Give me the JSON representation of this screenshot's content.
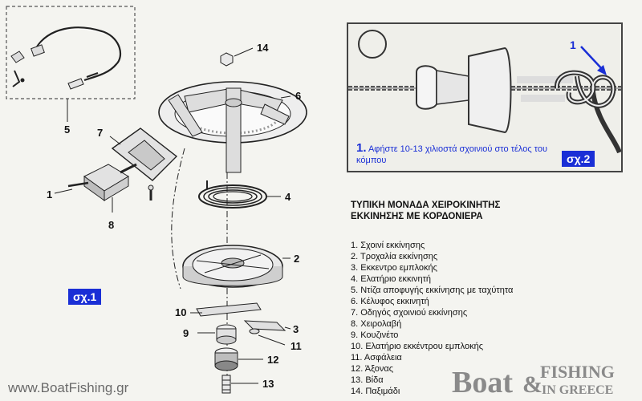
{
  "callouts": {
    "c1": "1",
    "c2": "2",
    "c3": "3",
    "c4": "4",
    "c5": "5",
    "c6": "6",
    "c7": "7",
    "c8": "8",
    "c9": "9",
    "c10": "10",
    "c11": "11",
    "c12": "12",
    "c13": "13",
    "c14": "14"
  },
  "figure_labels": {
    "fig1": "σχ.1",
    "fig2": "σχ.2"
  },
  "inset": {
    "arrow_number": "1",
    "note_number": "1.",
    "note_text": "Αφήστε 10-13 χιλιοστά σχοινιού στο τέλος του κόμπου"
  },
  "legend": {
    "title_line1": "ΤΥΠΙΚΗ ΜΟΝΑΔΑ ΧΕΙΡΟΚΙΝΗΤΗΣ",
    "title_line2": "ΕΚΚΙΝΗΣΗΣ ΜΕ ΚΟΡΔΟΝΙΕΡΑ",
    "items": [
      "1. Σχοινί εκκίνησης",
      "2. Τροχαλία εκκίνησης",
      "3. Εκκεντρο εμπλοκής",
      "4. Ελατήριο εκκινητή",
      "5. Ντίζα αποφυγής εκκίνησης με ταχύτητα",
      "6. Κέλυφος εκκινητή",
      "7. Οδηγός σχοινιού εκκίνησης",
      "8. Χειρολαβή",
      "9. Κουζινέτο",
      "10. Ελατήριο εκκέντρου εμπλοκής",
      "11. Ασφάλεια",
      "12. Άξονας",
      "13. Βίδα",
      "14. Παξιμάδι"
    ]
  },
  "watermark": "www.BoatFishing.gr",
  "logo": {
    "word1": "Boat",
    "word2": "FISHING",
    "word3": "IN GREECE",
    "amp": "&"
  },
  "colors": {
    "accent_blue": "#1a2fd6",
    "line": "#222222",
    "logo_grey": "#8a8a8a"
  }
}
